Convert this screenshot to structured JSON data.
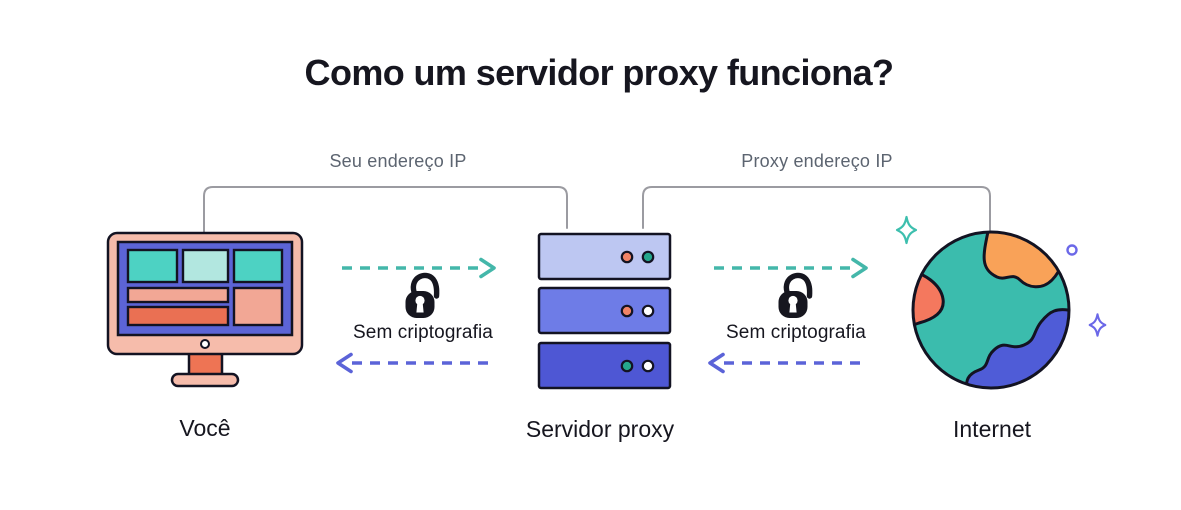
{
  "title": "Como um servidor proxy funciona?",
  "flow": {
    "left_link_label": "Seu endereço IP",
    "right_link_label": "Proxy endereço IP",
    "left_connection": {
      "encryption_label": "Sem criptografia"
    },
    "right_connection": {
      "encryption_label": "Sem criptografia"
    }
  },
  "nodes": {
    "client": {
      "label": "Você"
    },
    "proxy": {
      "label": "Servidor proxy"
    },
    "internet": {
      "label": "Internet"
    }
  },
  "icons": {
    "client": "desktop-monitor-icon",
    "proxy": "server-stack-icon",
    "internet": "globe-icon",
    "left_connection": "unlocked-padlock-icon",
    "right_connection": "unlocked-padlock-icon",
    "request_arrows": "dashed-right-arrow",
    "response_arrows": "dashed-left-arrow",
    "decorations": [
      "sparkle-icon",
      "ring-icon",
      "sparkle-icon"
    ]
  },
  "colors": {
    "background": "#ffffff",
    "ink": "#16161f",
    "outline": "#131322",
    "muted-text": "#5c6470",
    "bracket": "#9b9ba1",
    "arrow-teal": "#44b7aa",
    "arrow-purple": "#5b63d8",
    "frame-salmon": "#f6bcab",
    "screen-blue": "#5c64d6",
    "block-teal": "#4dd2c3",
    "block-teal-light": "#b2e7e0",
    "block-salmon": "#f2a795",
    "block-orange": "#ea7053",
    "stand-orange": "#ee7454",
    "proxy-slab-1": "#bdc7f2",
    "proxy-slab-2": "#6e7ce7",
    "proxy-slab-3": "#4e57d4",
    "dot-orange": "#f08366",
    "dot-green": "#25a78c",
    "dot-white": "#ffffff",
    "globe-teal": "#3bbcad",
    "globe-orange": "#f9a258",
    "globe-salmon": "#f4785e",
    "globe-blue": "#4f5cd7",
    "sparkle-teal": "#3dbfae",
    "sparkle-purple": "#6b68e8"
  }
}
